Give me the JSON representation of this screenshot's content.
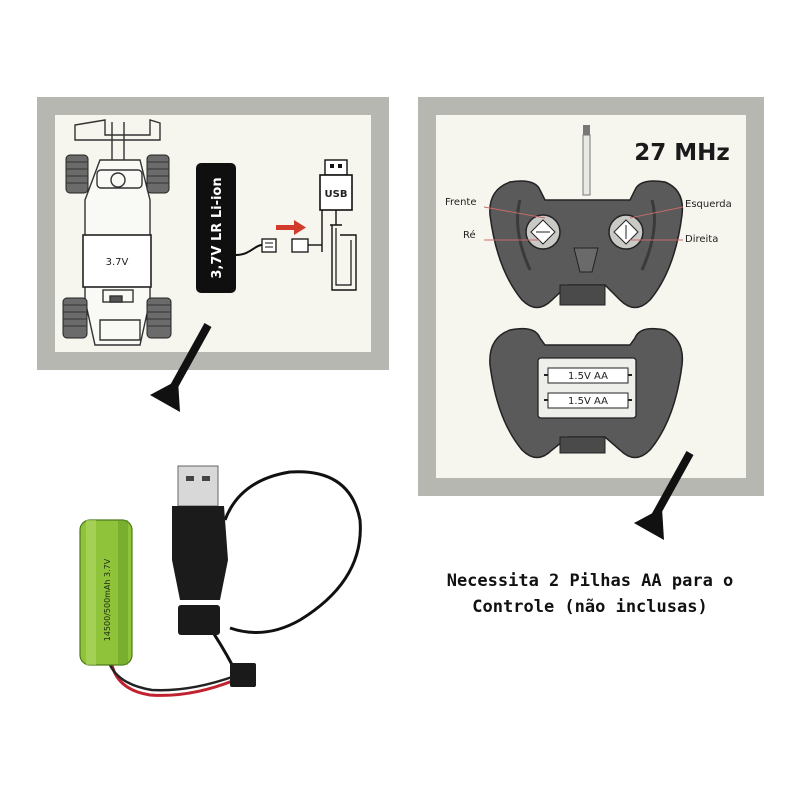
{
  "car_battery_label": "3.7V",
  "battery_pack_label": "3,7V LR Li-ion",
  "usb_label": "USB",
  "frequency": "27 MHz",
  "controller_labels": {
    "forward": "Frente",
    "reverse": "Ré",
    "left": "Esquerda",
    "right": "Direita"
  },
  "aa_cell_label": "1.5V   AA",
  "battery_cell_print": "14500/500mAh 3.7V",
  "note_lines": [
    "Necessita 2 Pilhas AA para o",
    "Controle (não inclusas)"
  ]
}
